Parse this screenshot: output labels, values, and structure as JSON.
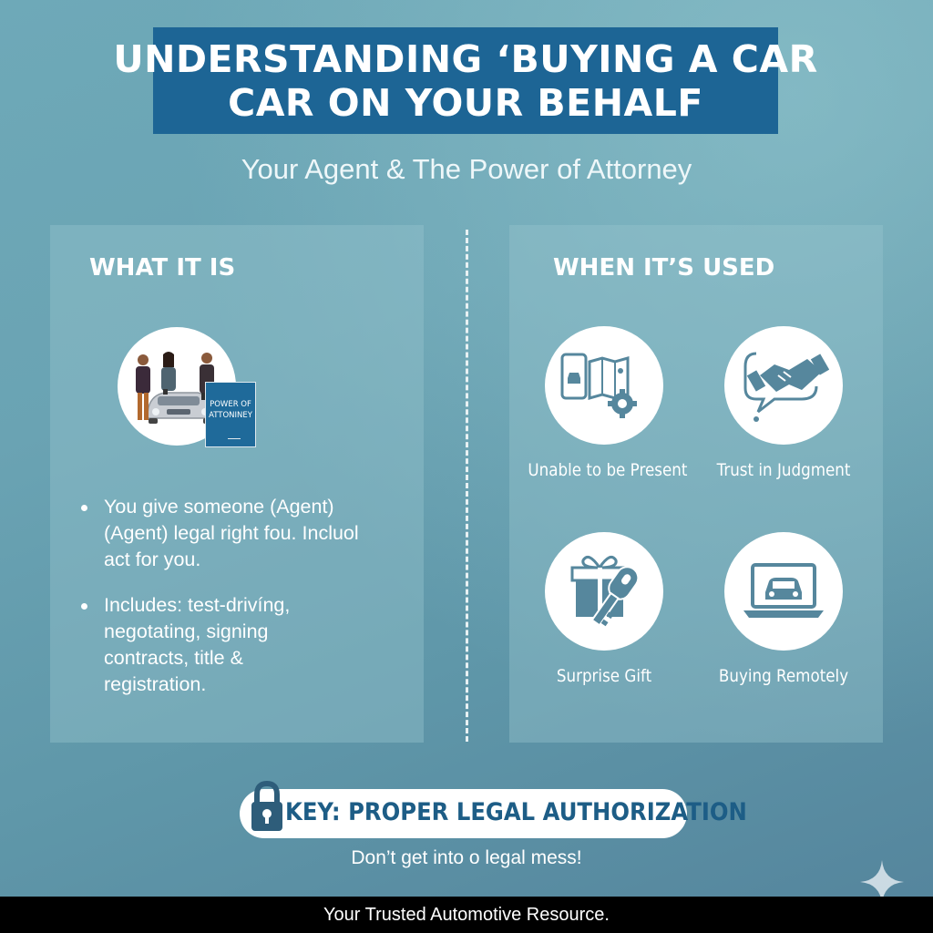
{
  "title": {
    "line1": "UNDERSTANDING ‘BUYING A CAR",
    "line2": "CAR ON YOUR BEHALF"
  },
  "subtitle": "Your Agent & The Power of Attorney",
  "left_panel": {
    "heading": "WHAT IT IS",
    "document_label": "POWER OF ATTONINEY",
    "bullets": [
      "You give someone (Agent)\n(Agent) legal right fou. Incluol\nact for you.",
      "Includes: test-drivíng,\nnegotating, signing\ncontracts, title &\nregistration."
    ]
  },
  "right_panel": {
    "heading": "WHEN IT’S USED",
    "items": [
      {
        "icon": "phone-map-gear-icon",
        "label": "Unable to be Present"
      },
      {
        "icon": "handshake-icon",
        "label": "Trust in Judgment"
      },
      {
        "icon": "gift-key-icon",
        "label": "Surprise Gift"
      },
      {
        "icon": "laptop-car-icon",
        "label": "Buying Remotely"
      }
    ]
  },
  "key": {
    "icon": "lock-icon",
    "text": "KEY: PROPER LEGAL AUTHORIZATION",
    "tagline": "Don’t get into o legal mess!"
  },
  "footer": "Your Trusted Automotive Resource.",
  "colors": {
    "banner": "#1d6595",
    "accent_icon": "#56879d",
    "key_text": "#1d5d86",
    "footer_bg": "#000000"
  }
}
